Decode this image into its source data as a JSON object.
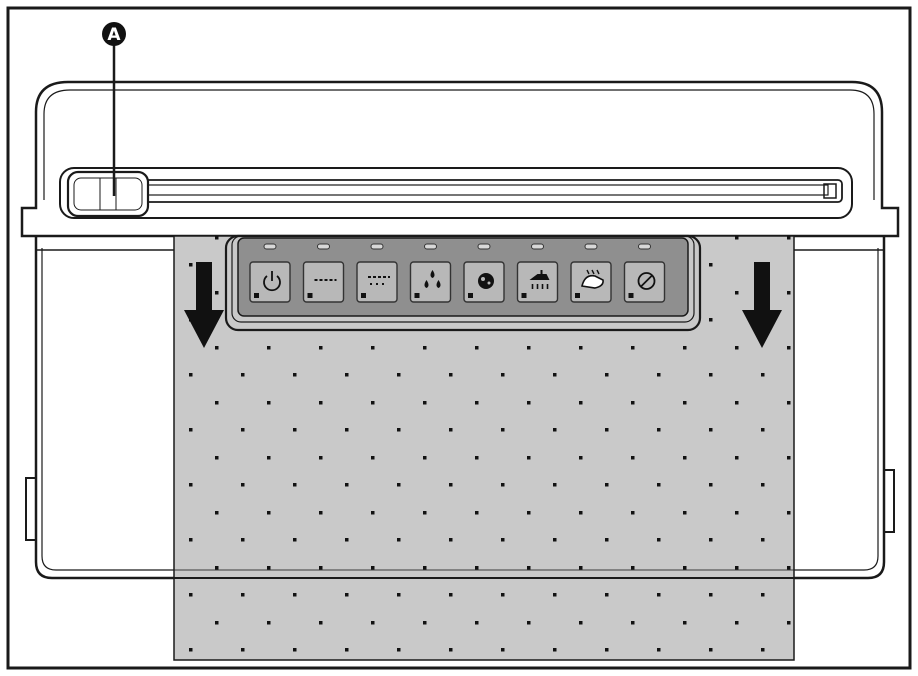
{
  "callout": {
    "label": "A"
  },
  "panel": {
    "buttons": [
      {
        "icon": "power-icon"
      },
      {
        "icon": "mist-light-icon"
      },
      {
        "icon": "mist-medium-icon"
      },
      {
        "icon": "water-drops-icon"
      },
      {
        "icon": "stain-icon"
      },
      {
        "icon": "shower-icon"
      },
      {
        "icon": "hand-wash-icon"
      },
      {
        "icon": "stop-icon"
      }
    ]
  },
  "colors": {
    "outline": "#1a1a1a",
    "sheet": "#c9c9c9",
    "panel": "#8f8f8f",
    "button": "#b8b8b8",
    "background": "#ffffff"
  },
  "arrows": {
    "count": 2,
    "direction": "down"
  }
}
